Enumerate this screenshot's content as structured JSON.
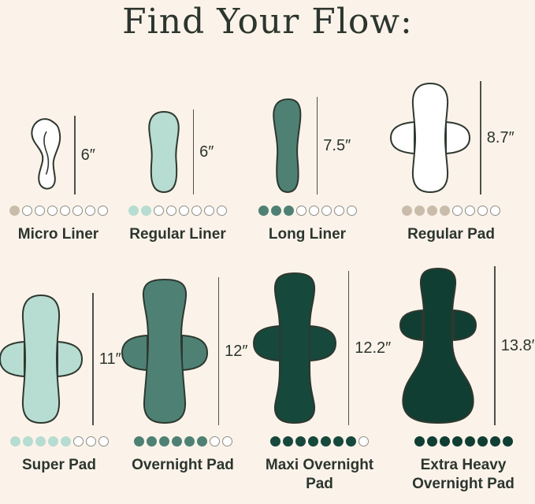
{
  "title": "Find Your Flow:",
  "colors": {
    "background": "#fbf3ea",
    "text": "#2c352e",
    "outline": "#2e382f",
    "white": "#ffffff",
    "mint": "#b7dcd1",
    "teal": "#4e8174",
    "dark_green": "#17483c",
    "darkest_green": "#113e33",
    "beige": "#c9bcab",
    "empty_dot_border": "#8d8d86",
    "measure_line": "#4f4f49"
  },
  "products": [
    {
      "label": "Micro Liner",
      "height": "6″",
      "filled": 1,
      "total": 8,
      "dot_color": "#c9bcab"
    },
    {
      "label": "Regular Liner",
      "height": "6″",
      "filled": 2,
      "total": 8,
      "dot_color": "#b7dcd1"
    },
    {
      "label": "Long Liner",
      "height": "7.5″",
      "filled": 3,
      "total": 8,
      "dot_color": "#4e8174"
    },
    {
      "label": "Regular Pad",
      "height": "8.7″",
      "filled": 4,
      "total": 8,
      "dot_color": "#c9bcab"
    },
    {
      "label": "Super Pad",
      "height": "11″",
      "filled": 5,
      "total": 8,
      "dot_color": "#b7dcd1"
    },
    {
      "label": "Overnight Pad",
      "height": "12″",
      "filled": 6,
      "total": 8,
      "dot_color": "#4e8174"
    },
    {
      "label": "Maxi Overnight Pad",
      "height": "12.2″",
      "filled": 7,
      "total": 8,
      "dot_color": "#17483c"
    },
    {
      "label": "Extra Heavy Overnight Pad",
      "height": "13.8″",
      "filled": 8,
      "total": 8,
      "dot_color": "#113e33"
    }
  ]
}
